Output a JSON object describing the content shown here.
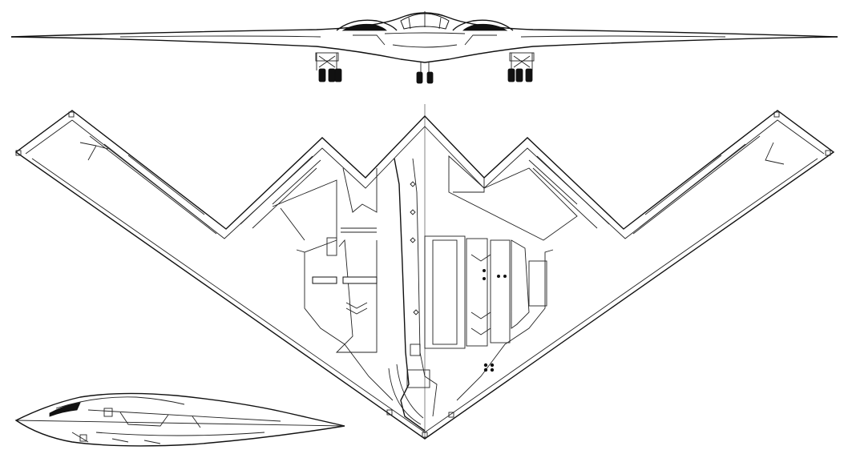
{
  "drawing": {
    "views": [
      "front-view",
      "plan-view",
      "side-view"
    ],
    "line_color": "#111111",
    "background": "#ffffff",
    "text_labels": []
  }
}
